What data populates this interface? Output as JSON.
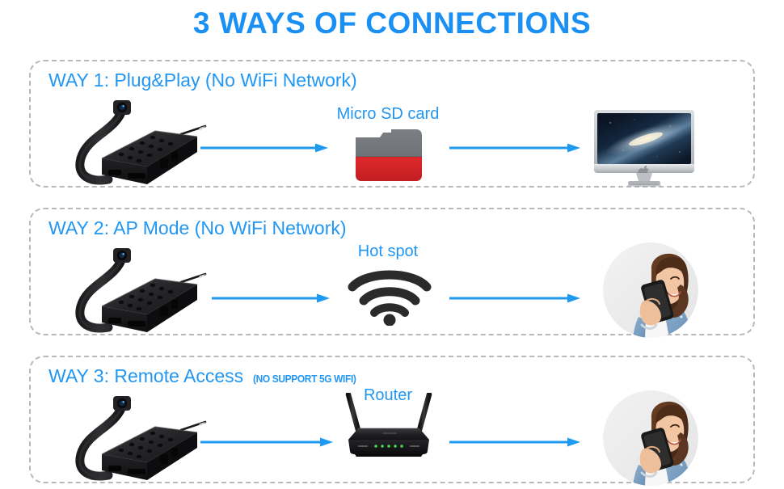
{
  "title": "3 WAYS OF CONNECTIONS",
  "colors": {
    "accent_blue": "#1a90f5",
    "heading_blue": "#2196f3",
    "arrow_blue": "#1e9bf0",
    "panel_border": "#b8b8b8",
    "device_black": "#1d1d1d",
    "sd_gray": "#6e7276",
    "sd_red": "#d8262a"
  },
  "ways": [
    {
      "heading": "WAY 1: Plug&Play (No WiFi Network)",
      "note": "",
      "middle_label": "Micro SD card",
      "middle_icon": "micro-sd-card-icon",
      "source_icon": "spy-camera-icon",
      "target_icon": "imac-computer-icon",
      "arrow_1": "arrow-right-icon",
      "arrow_2": "arrow-right-icon"
    },
    {
      "heading": "WAY 2: AP Mode (No WiFi Network)",
      "note": "",
      "middle_label": "Hot spot",
      "middle_icon": "wifi-signal-icon",
      "source_icon": "spy-camera-icon",
      "target_icon": "person-with-phone-photo",
      "arrow_1": "arrow-right-icon",
      "arrow_2": "arrow-right-icon"
    },
    {
      "heading": "WAY 3: Remote Access",
      "note": "(NO SUPPORT 5G WIFI)",
      "middle_label": "Router",
      "middle_icon": "wifi-router-icon",
      "source_icon": "spy-camera-icon",
      "target_icon": "person-with-phone-photo",
      "arrow_1": "arrow-right-icon",
      "arrow_2": "arrow-right-icon"
    }
  ]
}
